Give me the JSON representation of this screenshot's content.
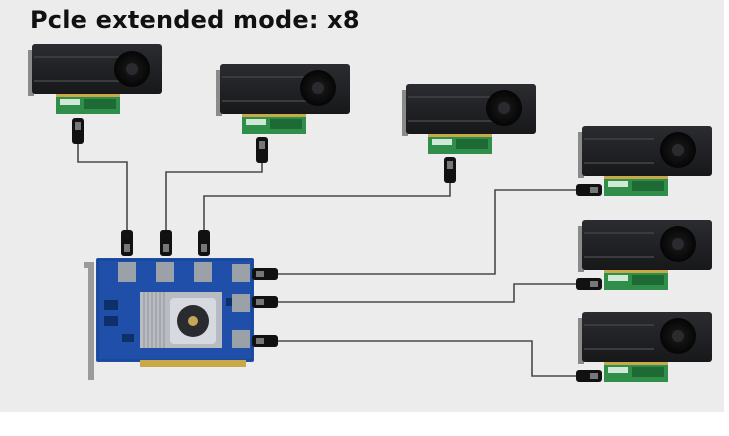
{
  "title": "Pcle extended mode: x8",
  "colors": {
    "background": "#ececec",
    "gpu_body": "#1e1f22",
    "gpu_fan": "#0c0c0d",
    "adapter_board": "#2f8f4a",
    "host_board": "#1f4fa8",
    "cable": "#4a4a4a",
    "connector": "#111111"
  },
  "diagram": {
    "host_card": {
      "name": "pcie-switch-host-card",
      "ports": 6
    },
    "gpus": [
      {
        "name": "gpu-1",
        "icon": "graphics-card-icon"
      },
      {
        "name": "gpu-2",
        "icon": "graphics-card-icon"
      },
      {
        "name": "gpu-3",
        "icon": "graphics-card-icon"
      },
      {
        "name": "gpu-4",
        "icon": "graphics-card-icon"
      },
      {
        "name": "gpu-5",
        "icon": "graphics-card-icon"
      },
      {
        "name": "gpu-6",
        "icon": "graphics-card-icon"
      }
    ]
  }
}
